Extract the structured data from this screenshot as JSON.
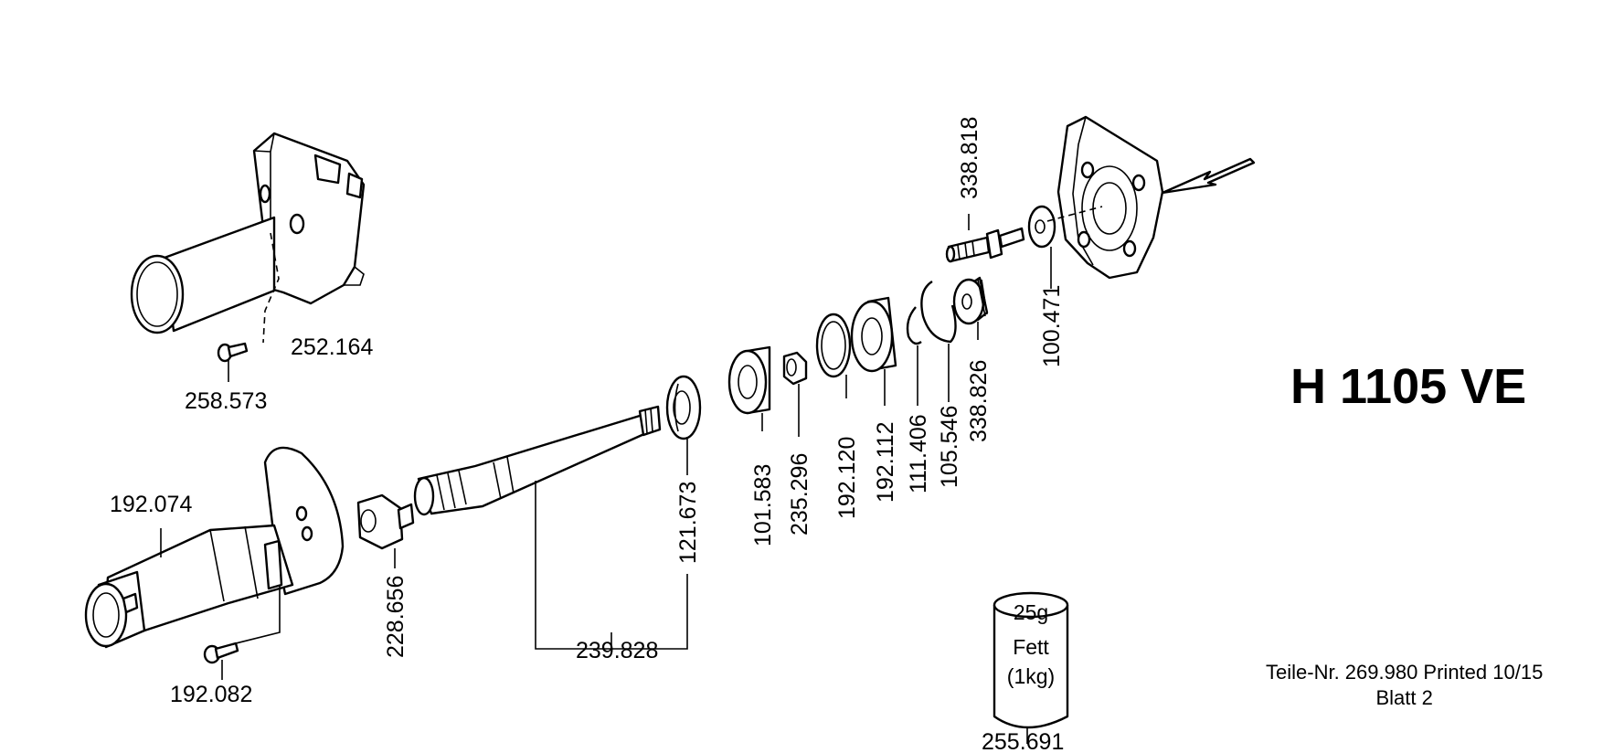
{
  "title": "H 1105 VE",
  "footer": {
    "part_no": "Teile-Nr. 269.980  Printed 10/15",
    "sheet": "Blatt 2"
  },
  "grease": {
    "line1": "25g",
    "line2": "Fett",
    "line3": "(1kg)"
  },
  "labels": {
    "p252164": "252.164",
    "p258573": "258.573",
    "p192074": "192.074",
    "p192082": "192.082",
    "p228656": "228.656",
    "p239828": "239.828",
    "p121673": "121.673",
    "p101583": "101.583",
    "p235296": "235.296",
    "p192120": "192.120",
    "p192112": "192.112",
    "p111406": "111.406",
    "p105546": "105.546",
    "p338826": "338.826",
    "p338818": "338.818",
    "p100471": "100.471",
    "p255691": "255.691"
  }
}
